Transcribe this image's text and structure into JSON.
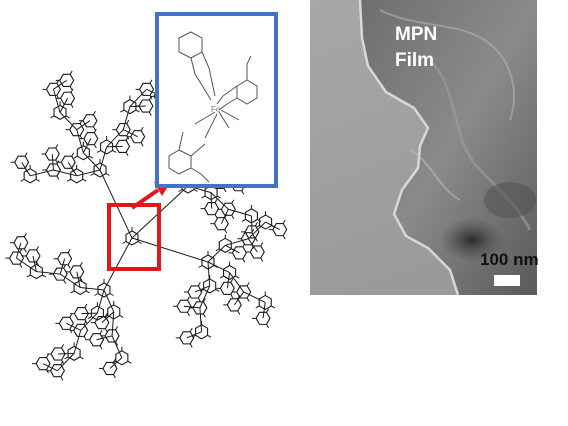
{
  "tem": {
    "label": "MPN\nFilm",
    "scale_label": "100 nm"
  },
  "colors": {
    "inset_border": "#4472c4",
    "highlight_box": "#e3161b",
    "arrow": "#e3161b",
    "molecule_line": "#1a1a1a"
  },
  "icons": {
    "molecule": "polyphenol-network-structure",
    "inset": "metal-coordination-complex",
    "micrograph": "tem-micrograph"
  }
}
